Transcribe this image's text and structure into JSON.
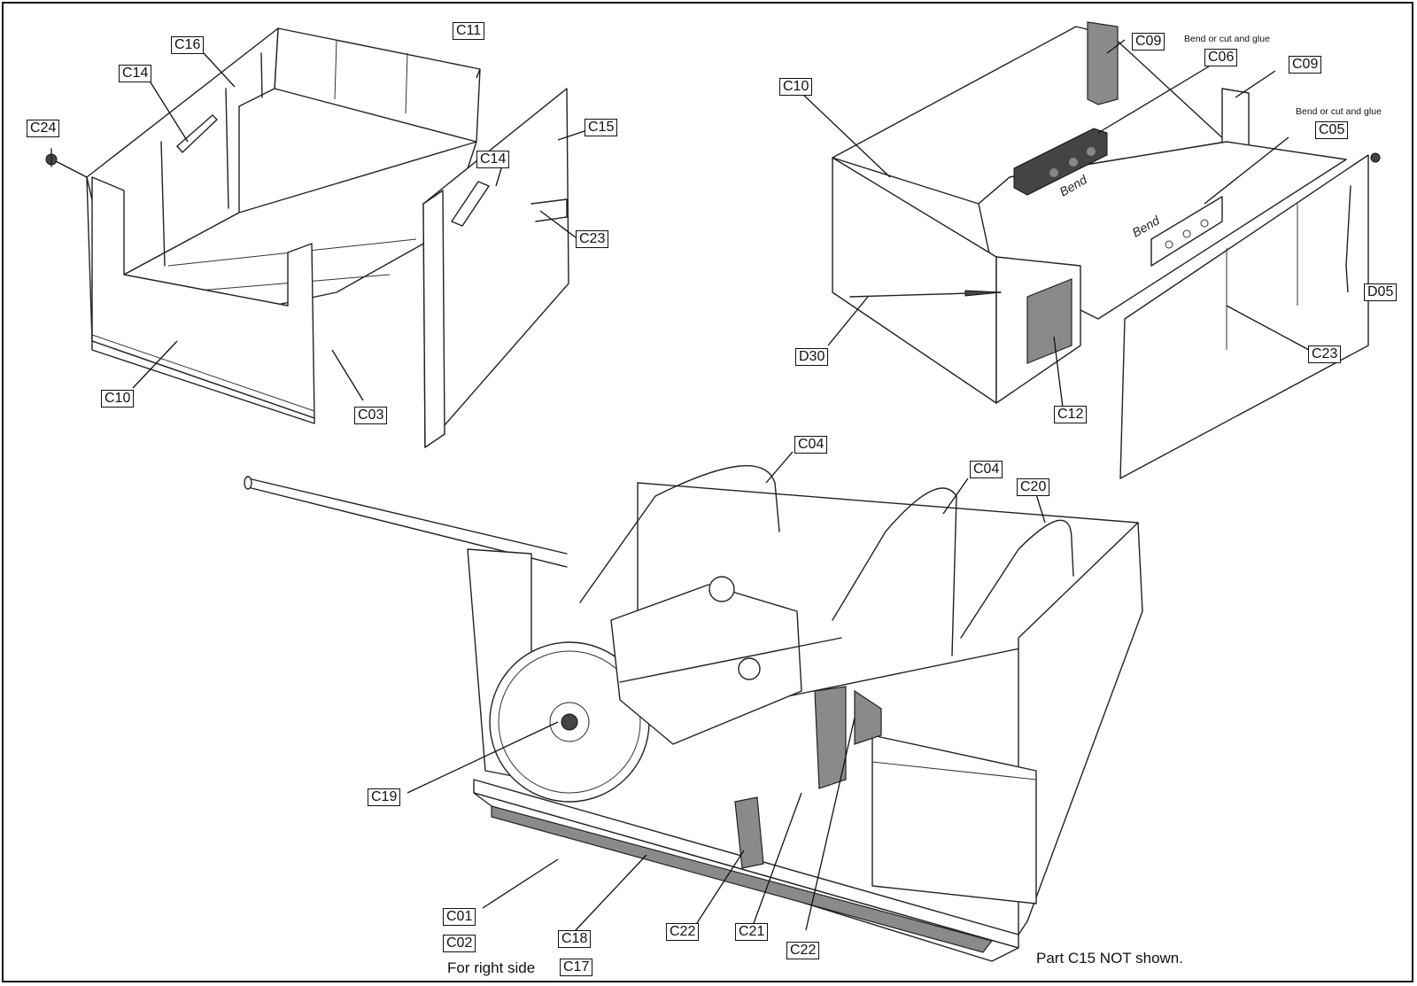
{
  "labels": {
    "c24": "C24",
    "c14a": "C14",
    "c16": "C16",
    "c11": "C11",
    "c15": "C15",
    "c14b": "C14",
    "c23a": "C23",
    "c10a": "C10",
    "c03": "C03",
    "c10b": "C10",
    "c09a": "C09",
    "c06": "C06",
    "c09b": "C09",
    "c05": "C05",
    "d05": "D05",
    "c23b": "C23",
    "c12": "C12",
    "d30": "D30",
    "c04a": "C04",
    "c04b": "C04",
    "c20": "C20",
    "c19": "C19",
    "c01": "C01",
    "c02": "C02",
    "c18": "C18",
    "c17": "C17",
    "c22a": "C22",
    "c21": "C21",
    "c22b": "C22"
  },
  "notes": {
    "bend_glue_1": "Bend or cut and glue",
    "bend_glue_2": "Bend or cut and glue",
    "bend_1": "Bend",
    "bend_2": "Bend",
    "for_right_side": "For right side",
    "c15_not_shown": "Part C15 NOT shown."
  }
}
